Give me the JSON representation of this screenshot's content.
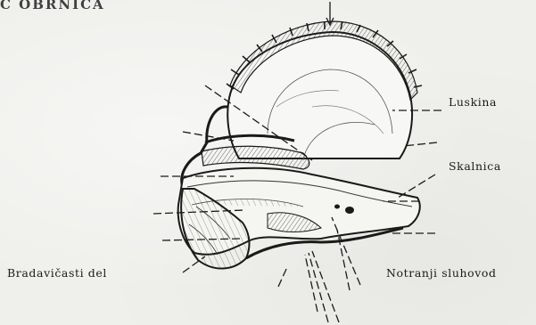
{
  "heading": {
    "text": "C OBRNICA"
  },
  "labels": {
    "luskina": "Luskina",
    "skalnica": "Skalnica",
    "bradavicasti_del": "Bradavičasti del",
    "notranji_sluhovod": "Notranji sluhovod"
  },
  "colors": {
    "ink": "#1a1a1a",
    "paper": "#efefec"
  }
}
